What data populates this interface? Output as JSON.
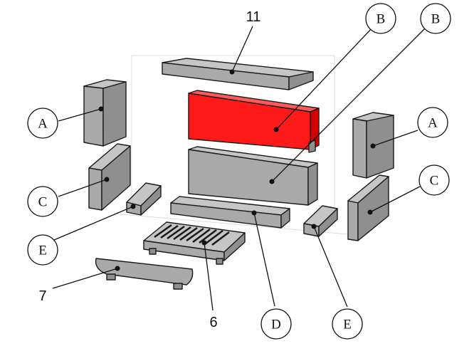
{
  "diagram": {
    "highlight_color": "#ff1a1a",
    "part_color": "#a9a9a9",
    "labels": {
      "part_11": "11",
      "back_upper": "B",
      "back_lower": "B",
      "left_upper": "A",
      "right_upper": "A",
      "left_lower": "C",
      "right_lower": "C",
      "left_small": "E",
      "right_small": "E",
      "front_bar": "D",
      "grate": "6",
      "front_plate": "7"
    }
  }
}
